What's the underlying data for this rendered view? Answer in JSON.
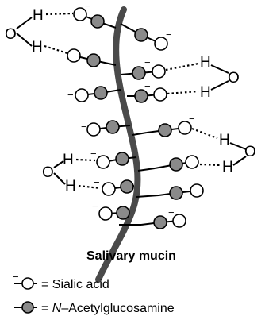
{
  "caption": "Salivary mucin",
  "atoms": {
    "oxygen": "O",
    "hydrogen": "H",
    "charge": "−"
  },
  "legend": [
    {
      "symbol": "sialic",
      "text": "= Sialic acid"
    },
    {
      "symbol": "glcnac",
      "text_italic": "N",
      "text": "= –Acetylglucosamine"
    }
  ],
  "colors": {
    "backbone": "#4a4a4a",
    "glcnac_fill": "#8a8a8a",
    "sialic_fill": "#ffffff"
  }
}
